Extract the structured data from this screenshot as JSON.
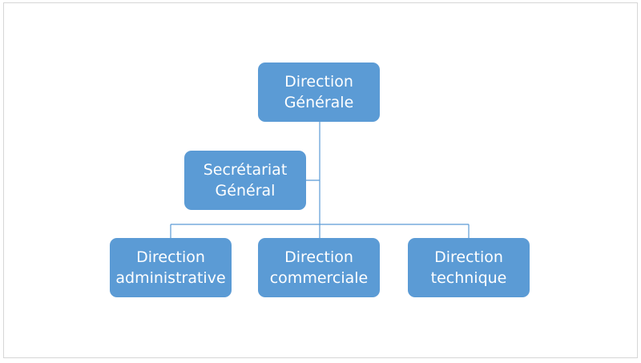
{
  "diagram": {
    "nodes": {
      "direction_generale": {
        "line1": "Direction",
        "line2": "Générale"
      },
      "secretariat_general": {
        "line1": "Secrétariat",
        "line2": "Général"
      },
      "direction_administrative": {
        "line1": "Direction",
        "line2": "administrative"
      },
      "direction_commerciale": {
        "line1": "Direction",
        "line2": "commerciale"
      },
      "direction_technique": {
        "line1": "Direction",
        "line2": "technique"
      }
    },
    "colors": {
      "node_fill": "#5b9bd5",
      "node_text": "#ffffff",
      "connector": "#5b9bd5"
    }
  }
}
